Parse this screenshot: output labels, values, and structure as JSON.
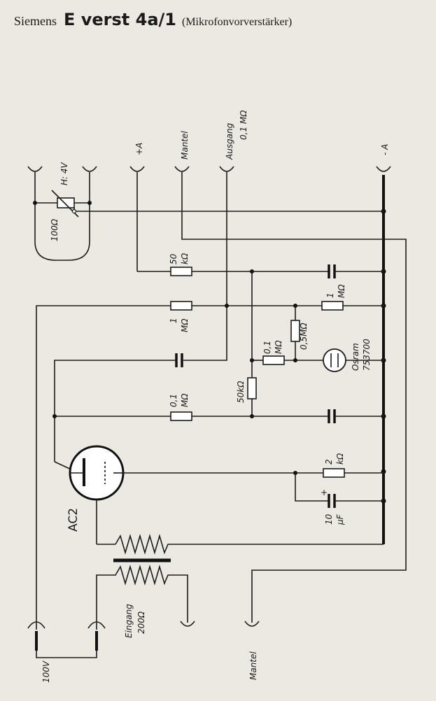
{
  "header": {
    "manufacturer": "Siemens",
    "model": "E verst 4a/1",
    "description": "(Mikrofonvorverstärker)"
  },
  "terminals": {
    "heater": "H: 4V",
    "plus_a": "+A",
    "mantel_top": "Mantel",
    "ausgang": "Ausgang",
    "ausgang_value": "0,1 MΩ",
    "minus_a": "- A",
    "mains": "100V",
    "eingang": "Eingang",
    "eingang_value": "200Ω",
    "mantel_bottom": "Mantel"
  },
  "components": {
    "r_pot": "100Ω",
    "r_50k_top_value": "50",
    "r_50k_top_unit": "kΩ",
    "r_1m_a_value": "1",
    "r_1m_a_unit": "MΩ",
    "r_1m_b_value": "1",
    "r_1m_b_unit": "MΩ",
    "r_05m": "0,5MΩ",
    "r_01m_a_value": "0,1",
    "r_01m_a_unit": "MΩ",
    "r_50k_side": "50kΩ",
    "r_01m_b_value": "0,1",
    "r_01m_b_unit": "MΩ",
    "r_2k_value": "2",
    "r_2k_unit": "kΩ",
    "cap_10_value": "10",
    "cap_10_unit": "μF",
    "cap_plus": "+",
    "glow_lamp_name": "Osram",
    "glow_lamp_type": "753700",
    "tube": "AC2"
  }
}
